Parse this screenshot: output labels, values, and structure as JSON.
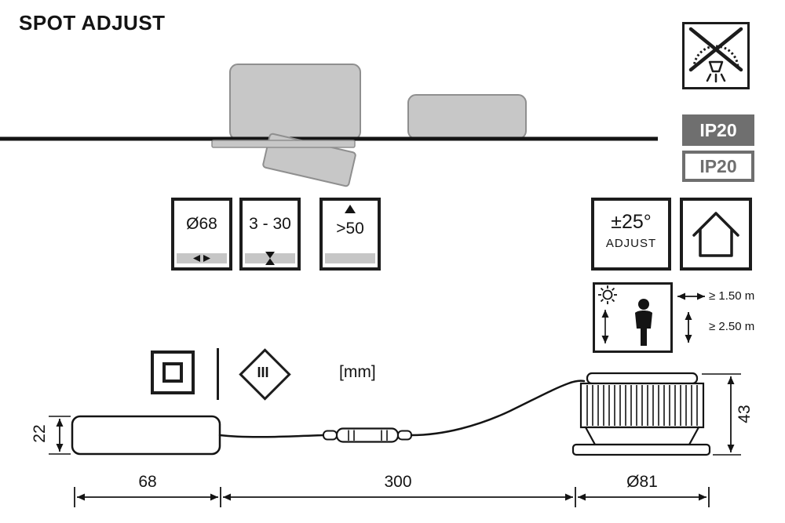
{
  "title": "SPOT ADJUST",
  "units_label": "[mm]",
  "ip_ratings": {
    "luminaire": "IP20",
    "driver": "IP20"
  },
  "spec_boxes": {
    "cutout_diameter": "Ø68",
    "ceiling_thickness": "3 - 30",
    "min_recess_depth": ">50"
  },
  "adjust": {
    "angle": "±25°",
    "label": "ADJUST"
  },
  "protection_class": "III",
  "mounting": {
    "min_distance": "≥ 1.50 m",
    "min_height": "≥ 2.50 m"
  },
  "dimensions": {
    "driver_height": "22",
    "driver_length": "68",
    "cable_length": "300",
    "spot_diameter": "Ø81",
    "spot_height": "43"
  },
  "colors": {
    "fill_gray": "#c7c7c7",
    "badge_gray": "#6f6f6f",
    "ink": "#141414"
  }
}
